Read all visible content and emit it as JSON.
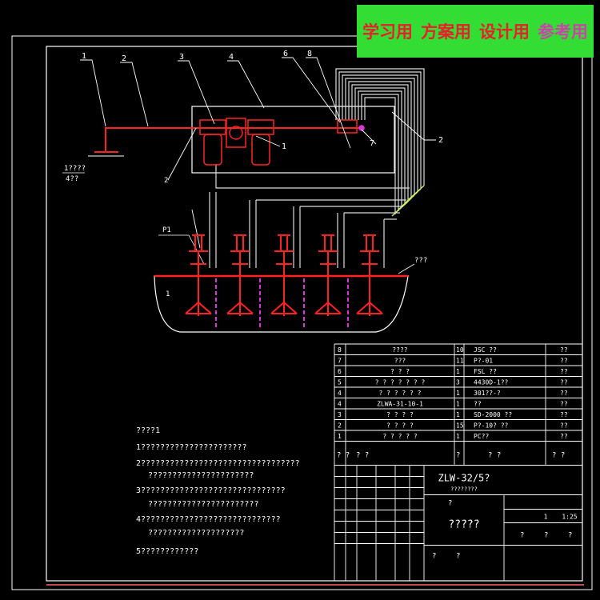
{
  "banner": {
    "items": [
      {
        "label": "学习用",
        "color": "#e8202a"
      },
      {
        "label": "方案用",
        "color": "#e8202a"
      },
      {
        "label": "设计用",
        "color": "#e8202a"
      },
      {
        "label": "参考用",
        "color": "#cc44aa"
      }
    ]
  },
  "colors": {
    "background": "#000000",
    "pipe_red": "#ff2222",
    "frame_white": "#ffffff",
    "magenta": "#dd33dd",
    "yellow_green": "#ccee66",
    "banner_bg": "#33dd33"
  },
  "callouts": [
    "1",
    "2",
    "3",
    "4",
    "6",
    "8",
    "7",
    "2",
    "1"
  ],
  "labels": {
    "left_tag_top": "1????",
    "left_tag_bottom": "4??",
    "left_tag_2": "2",
    "pump_tag": "P1",
    "base_tag_left": "1",
    "base_tag_right": "???"
  },
  "notes": {
    "heading": "????1",
    "lines": [
      "1??????????????????????",
      "2?????????????????????????????????",
      "??????????????????????",
      "3??????????????????????????????",
      "???????????????????????",
      "4?????????????????????????????",
      "????????????????????",
      "5????????????"
    ]
  },
  "bom": {
    "rows": [
      {
        "no": "8",
        "name": "????",
        "qty": "10",
        "spec": "JSC ??",
        "note": "??"
      },
      {
        "no": "7",
        "name": "???",
        "qty": "11",
        "spec": "P?-01",
        "note": "??"
      },
      {
        "no": "6",
        "name": "? ? ?",
        "qty": "1",
        "spec": "FSL ??",
        "note": "??"
      },
      {
        "no": "5",
        "name": "? ? ? ? ? ? ?",
        "qty": "3",
        "spec": "4430D-1??",
        "note": "??"
      },
      {
        "no": "4",
        "name": "? ? ? ? ? ?",
        "qty": "1",
        "spec": "301??-?",
        "note": "??"
      },
      {
        "no": "4",
        "name": "ZLWA-31-10-1",
        "qty": "1",
        "spec": "??",
        "note": "??"
      },
      {
        "no": "3",
        "name": "? ? ? ?",
        "qty": "1",
        "spec": "SD-2000 ??",
        "note": "??"
      },
      {
        "no": "2",
        "name": "? ? ? ?",
        "qty": "15",
        "spec": "P?-10? ??",
        "note": "??"
      },
      {
        "no": "1",
        "name": "? ? ? ? ?",
        "qty": "1",
        "spec": "PC??",
        "note": "??"
      }
    ],
    "header": {
      "no": "? ?",
      "name": "? ?",
      "qty": "?",
      "spec": "? ?",
      "note": "? ?"
    }
  },
  "title_block": {
    "drawing_no": "ZLW-32/5?",
    "drawing_sub": "????????",
    "name": "?????",
    "scale": "1:25",
    "sheets": "1",
    "cells": [
      "?",
      "?",
      "?",
      "?",
      "?",
      "?"
    ]
  }
}
